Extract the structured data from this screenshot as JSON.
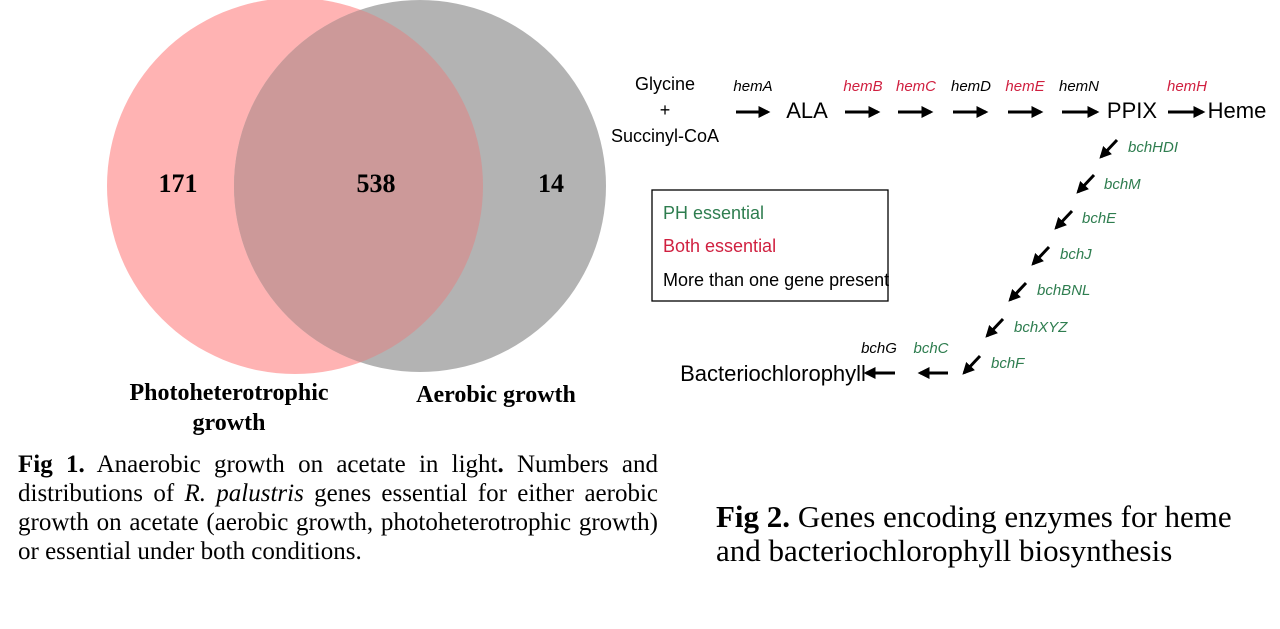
{
  "venn": {
    "left_count": "171",
    "center_count": "538",
    "right_count": "14",
    "left_label_line1": "Photoheterotrophic",
    "left_label_line2": "growth",
    "right_label": "Aerobic growth",
    "colors": {
      "left": "#ffb3b3",
      "right": "#b3b3b3",
      "overlap": "#cc9999"
    }
  },
  "fig1_caption": {
    "label": "Fig 1.",
    "text1": " Anaerobic growth on acetate in light",
    "bold_period": ".",
    "text2": "  Numbers and distributions of ",
    "species": "R. palustris",
    "text3": " genes essential for either aerobic growth on acetate (aerobic growth, photoheterotrophic growth) or essential under both conditions."
  },
  "pathway": {
    "start_line1": "Glycine",
    "start_plus": "+",
    "start_line2": "Succinyl-CoA",
    "ala": "ALA",
    "ppix": "PPIX",
    "heme": "Heme",
    "product": "Bacteriochlorophyll",
    "heme_genes": [
      {
        "name": "hemA",
        "status": "multi"
      },
      {
        "name": "hemB",
        "status": "both"
      },
      {
        "name": "hemC",
        "status": "both"
      },
      {
        "name": "hemD",
        "status": "multi"
      },
      {
        "name": "hemE",
        "status": "both"
      },
      {
        "name": "hemN",
        "status": "multi"
      },
      {
        "name": "hemH",
        "status": "both"
      }
    ],
    "bch_genes": [
      {
        "name": "bchHDI",
        "status": "ph"
      },
      {
        "name": "bchM",
        "status": "ph"
      },
      {
        "name": "bchE",
        "status": "ph"
      },
      {
        "name": "bchJ",
        "status": "ph"
      },
      {
        "name": "bchBNL",
        "status": "ph"
      },
      {
        "name": "bchXYZ",
        "status": "ph"
      },
      {
        "name": "bchF",
        "status": "ph"
      },
      {
        "name": "bchC",
        "status": "ph"
      },
      {
        "name": "bchG",
        "status": "multi"
      }
    ],
    "colors": {
      "ph": "#2e7d4f",
      "both": "#d02040",
      "multi": "#000000"
    }
  },
  "legend": {
    "ph": "PH essential",
    "both": "Both essential",
    "multi": "More than one gene present"
  },
  "fig2_caption": {
    "label": "Fig 2.",
    "text": " Genes encoding enzymes for heme and bacteriochlorophyll biosynthesis"
  }
}
